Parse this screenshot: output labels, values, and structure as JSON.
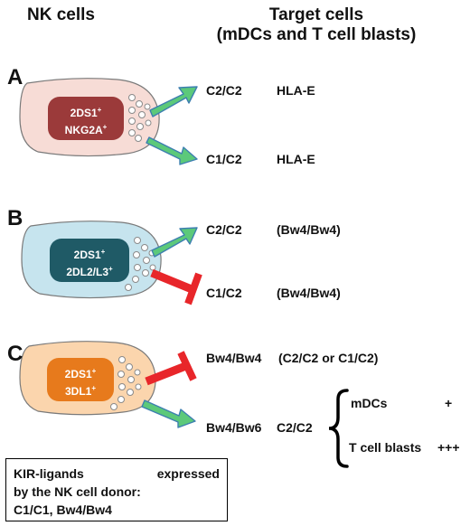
{
  "headers": {
    "nk_cells": "NK cells",
    "target_line1": "Target cells",
    "target_line2": "(mDCs and T cell blasts)"
  },
  "panels": [
    {
      "letter": "A",
      "cell_color": "#f7dcd6",
      "nucleus_color": "#9b3a3a",
      "receptor1": "2DS1",
      "receptor1_sup": "+",
      "receptor2": "NKG2A",
      "receptor2_sup": "+",
      "targets": [
        {
          "arrow": "activating",
          "genotype": "C2/C2",
          "ligand": "HLA-E"
        },
        {
          "arrow": "activating",
          "genotype": "C1/C2",
          "ligand": "HLA-E"
        }
      ]
    },
    {
      "letter": "B",
      "cell_color": "#c6e4ee",
      "nucleus_color": "#1f5a66",
      "receptor1": "2DS1",
      "receptor1_sup": "+",
      "receptor2": "2DL2/L3",
      "receptor2_sup": "+",
      "targets": [
        {
          "arrow": "activating",
          "genotype": "C2/C2",
          "ligand": "(Bw4/Bw4)"
        },
        {
          "arrow": "inhibitory",
          "genotype": "C1/C2",
          "ligand": "(Bw4/Bw4)"
        }
      ]
    },
    {
      "letter": "C",
      "cell_color": "#fbd5ad",
      "nucleus_color": "#e77a1c",
      "receptor1": "2DS1",
      "receptor1_sup": "+",
      "receptor2": "3DL1",
      "receptor2_sup": "+",
      "targets": [
        {
          "arrow": "inhibitory",
          "genotype": "Bw4/Bw4",
          "ligand": "(C2/C2 or C1/C2)"
        },
        {
          "arrow": "activating",
          "genotype": "Bw4/Bw6",
          "ligand": "C2/C2"
        }
      ],
      "outcomes": [
        {
          "target": "mDCs",
          "level": "+"
        },
        {
          "target": "T cell blasts",
          "level": "+++"
        }
      ]
    }
  ],
  "legend": {
    "line1_a": "KIR-ligands",
    "line1_b": "expressed",
    "line2": "by the NK cell donor:",
    "line3": "C1/C1, Bw4/Bw4"
  },
  "colors": {
    "activating_arrow": "#5cc97a",
    "activating_outline": "#3d7fb0",
    "inhibitory_bar": "#e8262a",
    "granule": "#ffffff",
    "granule_outline": "#8a8a8a",
    "cell_outline": "#7a7a7a"
  }
}
